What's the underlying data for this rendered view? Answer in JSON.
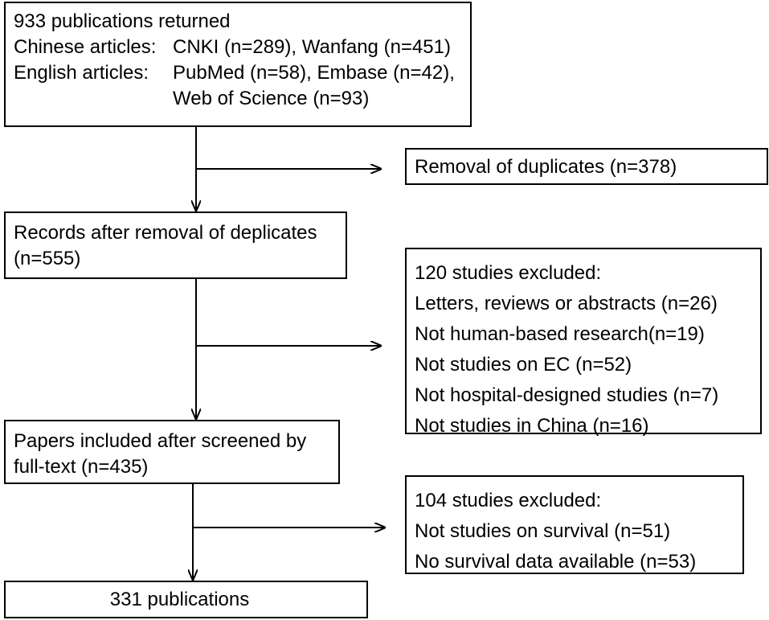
{
  "boxes": {
    "identified": {
      "line1": "933 publications returned",
      "chinese_label": "Chinese articles:",
      "chinese_sources": "CNKI (n=289), Wanfang (n=451)",
      "english_label": "English articles:",
      "english_sources_1": "PubMed (n=58), Embase (n=42),",
      "english_sources_2": "Web of Science (n=93)"
    },
    "duplicates": {
      "line1": "Removal of duplicates (n=378)"
    },
    "after_dedup": {
      "line1": "Records after removal of deplicates",
      "line2": "(n=555)"
    },
    "excluded_1": {
      "heading": "120 studies excluded:",
      "reasons": [
        "Letters, reviews or abstracts (n=26)",
        "Not human-based research(n=19)",
        "Not studies on EC (n=52)",
        "Not hospital-designed studies (n=7)",
        "Not studies in China (n=16)"
      ]
    },
    "fulltext": {
      "line1": "Papers included after screened by",
      "line2": "full-text (n=435)"
    },
    "excluded_2": {
      "heading": "104 studies excluded:",
      "reasons": [
        "Not studies on survival (n=51)",
        "No survival data available (n=53)"
      ]
    },
    "final": {
      "line1": "331 publications"
    }
  }
}
